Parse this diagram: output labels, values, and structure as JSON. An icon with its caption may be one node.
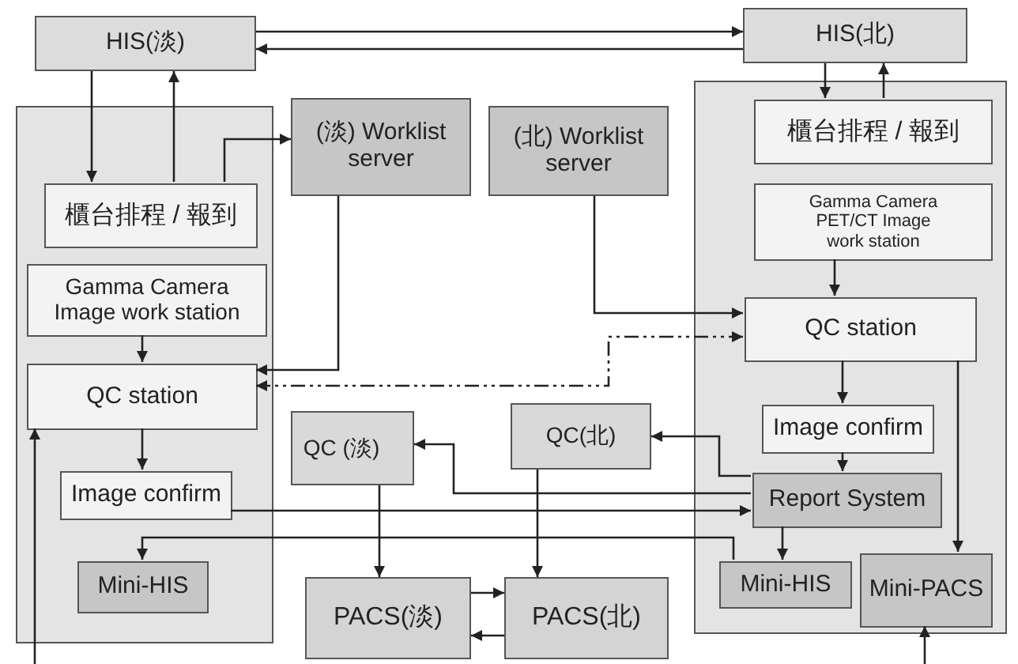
{
  "diagram": {
    "nodes": [
      {
        "text": [
          "HIS(淡)"
        ]
      },
      {
        "text": [
          "HIS(北)"
        ]
      },
      {
        "text": [],
        "shape": "box"
      },
      {
        "text": [
          "櫃台排程 / 報到"
        ],
        "in": 2
      },
      {
        "text": [
          "Gamma Camera Image work station"
        ],
        "in": 2
      },
      {
        "text": [
          "QC station"
        ],
        "in": 2
      },
      {
        "text": [
          "Image confirm"
        ],
        "in": 2
      },
      {
        "text": [
          "Mini-HIS"
        ],
        "in": 2
      },
      {
        "text": [
          "(淡) Worklist server"
        ]
      },
      {
        "text": [
          "(北) Worklist server"
        ]
      },
      {
        "text": [],
        "shape": "box"
      },
      {
        "text": [
          "櫃台排程 / 報到"
        ],
        "in": 10
      },
      {
        "text": [
          "Gamma Camera PET/CT Image work station"
        ],
        "in": 10
      },
      {
        "text": [
          "QC station"
        ],
        "in": 10
      },
      {
        "text": [
          "Image confirm"
        ],
        "in": 10
      },
      {
        "text": [
          "Report System"
        ],
        "in": 10
      },
      {
        "text": [
          "Mini-HIS"
        ],
        "in": 10
      },
      {
        "text": [
          "Mini-PACS"
        ],
        "in": 10
      },
      {
        "text": [
          "QC (淡)"
        ]
      },
      {
        "text": [
          "QC(北)"
        ]
      },
      {
        "text": [
          "PACS(淡)"
        ]
      },
      {
        "text": [
          "PACS(北)"
        ]
      }
    ],
    "edges": [
      {
        "from": 0,
        "to": 1,
        "arrow": "to"
      },
      {
        "from": 1,
        "to": 0,
        "arrow": "to"
      },
      {
        "from": 0,
        "to": 3,
        "arrow": "to"
      },
      {
        "from": 3,
        "to": 0,
        "arrow": "to"
      },
      {
        "from": 3,
        "to": 8,
        "arrow": "to"
      },
      {
        "from": 8,
        "to": 5,
        "arrow": "to"
      },
      {
        "from": 4,
        "to": 5,
        "arrow": "to"
      },
      {
        "from": 5,
        "to": 6,
        "arrow": "to"
      },
      {
        "from": 1,
        "to": 11,
        "arrow": "to"
      },
      {
        "from": 11,
        "to": 1,
        "arrow": "to"
      },
      {
        "from": 12,
        "to": 13,
        "arrow": "to"
      },
      {
        "from": 9,
        "to": 13,
        "arrow": "to"
      },
      {
        "from": 13,
        "to": 5,
        "arrow": "both",
        "style": "dashed"
      },
      {
        "from": 13,
        "to": 14,
        "arrow": "to"
      },
      {
        "from": 14,
        "to": 15,
        "arrow": "to"
      },
      {
        "from": 13,
        "to": 17,
        "arrow": "to"
      },
      {
        "from": 15,
        "to": 19,
        "arrow": "to"
      },
      {
        "from": 15,
        "to": 18,
        "arrow": "to"
      },
      {
        "from": 6,
        "to": 15,
        "arrow": "to"
      },
      {
        "from": 16,
        "to": 7,
        "arrow": "to"
      },
      {
        "from": 15,
        "to": 16,
        "arrow": "to"
      },
      {
        "from": 18,
        "to": 20,
        "arrow": "to"
      },
      {
        "from": 19,
        "to": 21,
        "arrow": "to"
      },
      {
        "from": 20,
        "to": 21,
        "arrow": "to"
      },
      {
        "from": 21,
        "to": 20,
        "arrow": "to"
      },
      {
        "from": null,
        "to": 5,
        "arrow": "to"
      },
      {
        "from": null,
        "to": 17,
        "arrow": "to"
      }
    ]
  }
}
